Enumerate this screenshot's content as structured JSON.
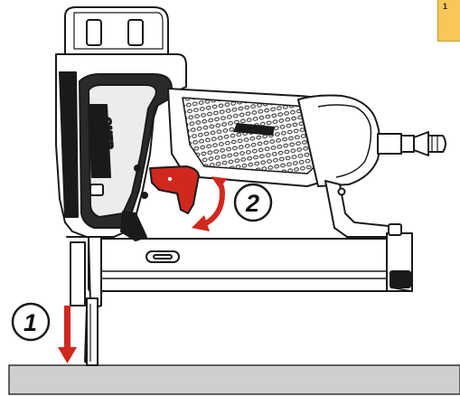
{
  "steps": {
    "step1": "1",
    "step2": "2"
  },
  "brand": {
    "name": "OMER"
  },
  "corner_badge": {
    "text": "1"
  },
  "colors": {
    "accent_red": "#d0281f",
    "surface": "#cfcfcf",
    "badge": "#f7c75a",
    "outline": "#1a1a1a"
  },
  "icons": {
    "step1_arrow": "arrow-down-icon",
    "step2_arrow": "rotate-arrow-icon"
  }
}
